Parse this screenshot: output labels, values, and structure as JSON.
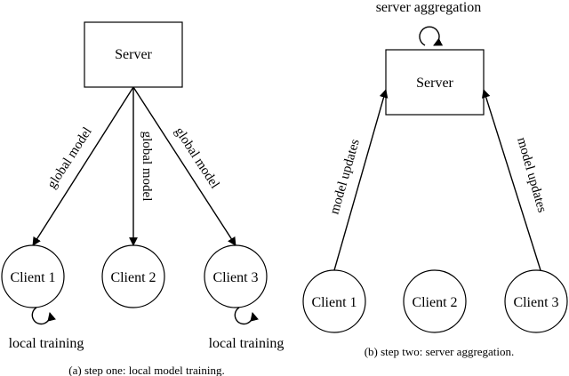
{
  "left": {
    "server": "Server",
    "clients": [
      "Client 1",
      "Client 2",
      "Client 3"
    ],
    "edge_label": "global model",
    "local_label": "local training",
    "caption": "(a) step one: local model training."
  },
  "right": {
    "server": "Server",
    "top_label": "server aggregation",
    "clients": [
      "Client 1",
      "Client 2",
      "Client 3"
    ],
    "edge_label": "model updates",
    "caption": "(b) step two: server aggregation."
  }
}
